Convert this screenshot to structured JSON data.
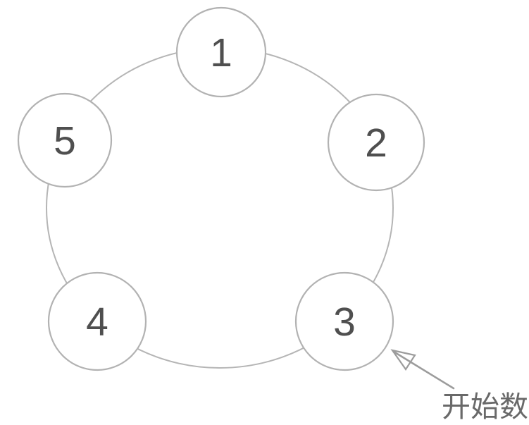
{
  "diagram": {
    "description": "ring-of-numbered-circles",
    "nodes": [
      {
        "label": "1"
      },
      {
        "label": "2"
      },
      {
        "label": "3"
      },
      {
        "label": "4"
      },
      {
        "label": "5"
      }
    ],
    "annotation": {
      "label": "开始数",
      "points_to_node": "3"
    },
    "colors": {
      "background": "#ffffff",
      "ring_outline": "#b5b5b5",
      "node_fill": "#ffffff",
      "node_outline": "#b2b2b2",
      "node_number": "#4f4f4f",
      "arrow": "#9c9c9c",
      "annotation_text": "#696969"
    }
  }
}
